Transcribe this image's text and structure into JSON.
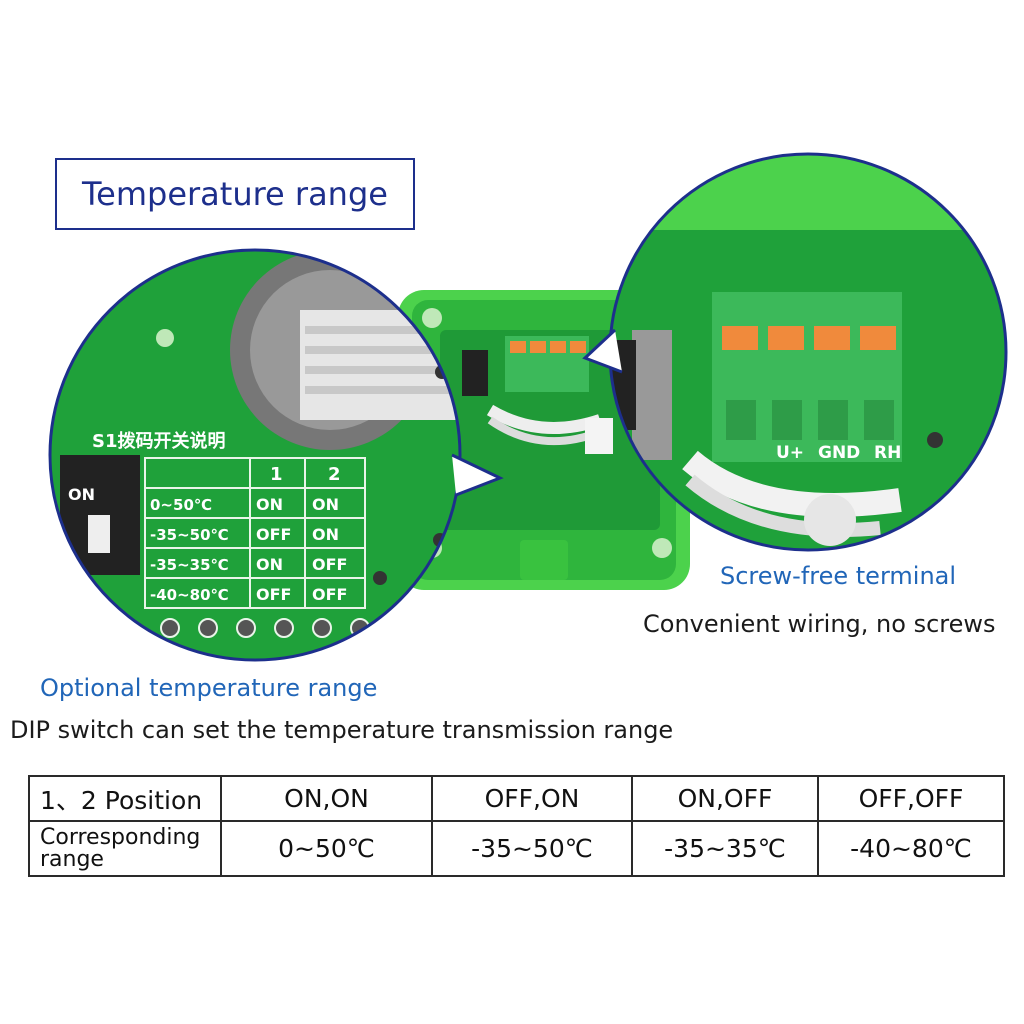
{
  "title": "Temperature range",
  "pcb_zoom": {
    "header_cn": "S1拨码开关说明",
    "switch_label": "ON",
    "columns": [
      "1",
      "2"
    ],
    "rows": [
      {
        "range": "0~50℃",
        "s1": "ON",
        "s2": "ON"
      },
      {
        "range": "-35~50℃",
        "s1": "OFF",
        "s2": "ON"
      },
      {
        "range": "-35~35℃",
        "s1": "ON",
        "s2": "OFF"
      },
      {
        "range": "-40~80℃",
        "s1": "OFF",
        "s2": "OFF"
      }
    ]
  },
  "terminal_zoom": {
    "labels": [
      "U+",
      "GND",
      "RH"
    ]
  },
  "captions": {
    "screw_free": "Screw-free terminal",
    "convenient": "Convenient wiring, no screws",
    "optional": "Optional temperature range",
    "dip": "DIP switch can set the temperature transmission range"
  },
  "table": {
    "row1_label": "1、2 Position",
    "row2_label_line1": "Corresponding",
    "row2_label_line2": "range",
    "positions": [
      "ON,ON",
      "OFF,ON",
      "ON,OFF",
      "OFF,OFF"
    ],
    "ranges": [
      "0~50℃",
      "-35~50℃",
      "-35~35℃",
      "-40~80℃"
    ]
  },
  "colors": {
    "title_blue": "#1d2f8c",
    "caption_blue": "#2166b8",
    "pcb_green": "#1fa13a",
    "enclosure_green": "#4cd24c",
    "terminal_green": "#3cb95a",
    "terminal_orange": "#f08a3c"
  }
}
